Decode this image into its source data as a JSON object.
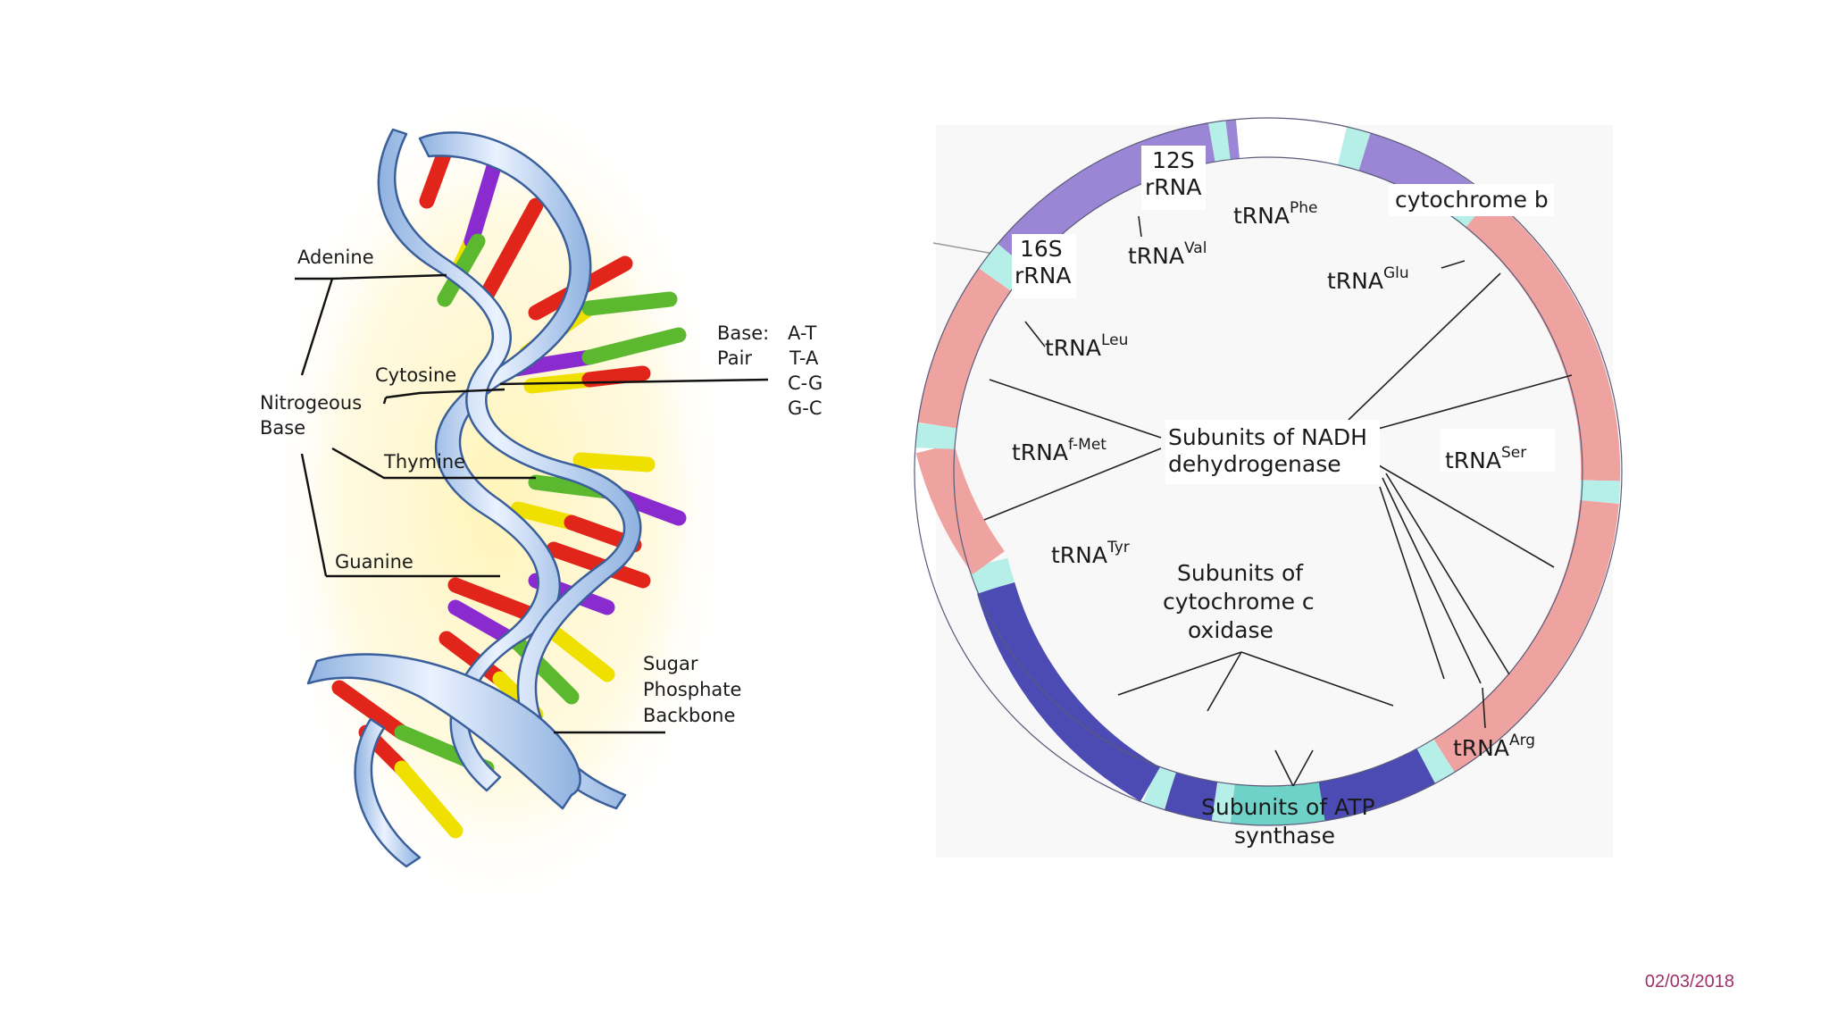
{
  "dna": {
    "adenine": "Adenine",
    "cytosine": "Cytosine",
    "thymine": "Thymine",
    "guanine": "Guanine",
    "nitro_1": "Nitrogeous",
    "nitro_2": "Base",
    "base_pair_1": "Base:",
    "base_pair_2": "Pair",
    "pairs": [
      "A-T",
      "T-A",
      "C-G",
      "G-C"
    ],
    "backbone_1": "Sugar",
    "backbone_2": "Phosphate",
    "backbone_3": "Backbone",
    "colors": {
      "adenine": "#e1251b",
      "thymine": "#f0e000",
      "cytosine": "#8a2bd0",
      "guanine": "#5cb82e",
      "backbone": "#c9daf2"
    }
  },
  "mtdna": {
    "rrna12_1": "12S",
    "rrna12_2": "rRNA",
    "rrna16_1": "16S",
    "rrna16_2": "rRNA",
    "trna": "tRNA",
    "phe": "Phe",
    "val": "Val",
    "glu": "Glu",
    "leu": "Leu",
    "fmet": "f-Met",
    "ser": "Ser",
    "tyr": "Tyr",
    "arg": "Arg",
    "cytb": "cytochrome b",
    "nadh_1": "Subunits of NADH",
    "nadh_2": "dehydrogenase",
    "cox_1": "Subunits of",
    "cox_2": "cytochrome c",
    "cox_3": "oxidase",
    "atp_1": "Subunits of ATP",
    "atp_2": "synthase",
    "colors": {
      "rrna": "#9a86d4",
      "nadh": "#eea3a0",
      "cox": "#4c4bb4",
      "atp": "#6fd2c8",
      "trna": "#b6eee8"
    }
  },
  "footer": {
    "date": "02/03/2018"
  }
}
